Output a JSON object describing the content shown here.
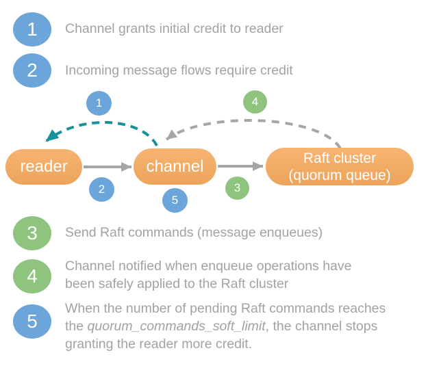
{
  "colors": {
    "blue": "#6BA5DA",
    "green": "#8FC47E",
    "orange": "#F6AB60",
    "teal": "#18909B",
    "arrow_gray": "#A6A6A6",
    "text_gray": "#A2A2A2"
  },
  "legend_top": [
    {
      "number": "1",
      "color": "blue",
      "text": "Channel grants initial credit to reader"
    },
    {
      "number": "2",
      "color": "blue",
      "text": "Incoming message flows require credit"
    }
  ],
  "diagram": {
    "nodes": {
      "reader": {
        "label": "reader"
      },
      "channel": {
        "label": "channel"
      },
      "raft": {
        "label_line1": "Raft cluster",
        "label_line2": "(quorum queue)"
      }
    },
    "step_badges": {
      "s1": {
        "number": "1",
        "color": "blue"
      },
      "s2": {
        "number": "2",
        "color": "blue"
      },
      "s3": {
        "number": "3",
        "color": "green"
      },
      "s4": {
        "number": "4",
        "color": "green"
      },
      "s5": {
        "number": "5",
        "color": "blue"
      }
    },
    "arrows": {
      "reader_to_channel": "solid-gray",
      "channel_to_raft": "solid-gray",
      "channel_to_reader_credit": "dashed-teal",
      "raft_to_channel_notify": "dashed-gray"
    }
  },
  "legend_bottom": [
    {
      "number": "3",
      "color": "green",
      "lines": [
        "Send Raft commands (message enqueues)"
      ]
    },
    {
      "number": "4",
      "color": "green",
      "lines": [
        "Channel notified when enqueue operations have",
        "been safely applied to the Raft cluster"
      ]
    },
    {
      "number": "5",
      "color": "blue",
      "line1": "When the number of pending Raft commands reaches",
      "line2_prefix": "the ",
      "line2_italic": "quorum_commands_soft_limit",
      "line2_suffix": ", the channel stops",
      "line3": "granting the reader more credit."
    }
  ]
}
